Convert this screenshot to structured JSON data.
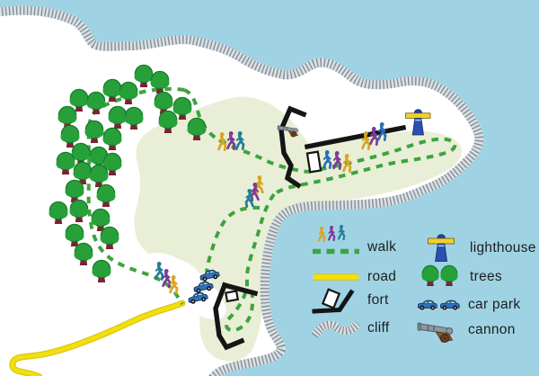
{
  "legend": {
    "items": [
      {
        "id": "walk",
        "label": "walk",
        "icon": "walk-icon"
      },
      {
        "id": "road",
        "label": "road",
        "icon": "road-icon"
      },
      {
        "id": "fort",
        "label": "fort",
        "icon": "fort-icon"
      },
      {
        "id": "cliff",
        "label": "cliff",
        "icon": "cliff-icon"
      },
      {
        "id": "lighthouse",
        "label": "lighthouse",
        "icon": "lighthouse-icon"
      },
      {
        "id": "trees",
        "label": "trees",
        "icon": "trees-icon"
      },
      {
        "id": "car-park",
        "label": "car park",
        "icon": "car-park-icon"
      },
      {
        "id": "cannon",
        "label": "cannon",
        "icon": "cannon-icon"
      }
    ]
  },
  "colors": {
    "sea": "#9fd3e4",
    "land": "#ffffff",
    "grass": "#e8efd6",
    "trail_green": "#3fa33f",
    "road_yellow": "#f2df0e",
    "cliff_gray": "#7e8992",
    "fort_black": "#151515",
    "tree_green": "#28a03a",
    "tree_trunk": "#7a2433",
    "car_blue": "#2e71bd",
    "lighthouse_blue": "#2a4fae",
    "beam_yellow": "#f2cf2a",
    "walker_yellow": "#d9a520",
    "walker_purple": "#7e3a94",
    "walker_teal": "#217f96",
    "walker_blue": "#2a6cb8",
    "text": "#1d1d1b"
  }
}
